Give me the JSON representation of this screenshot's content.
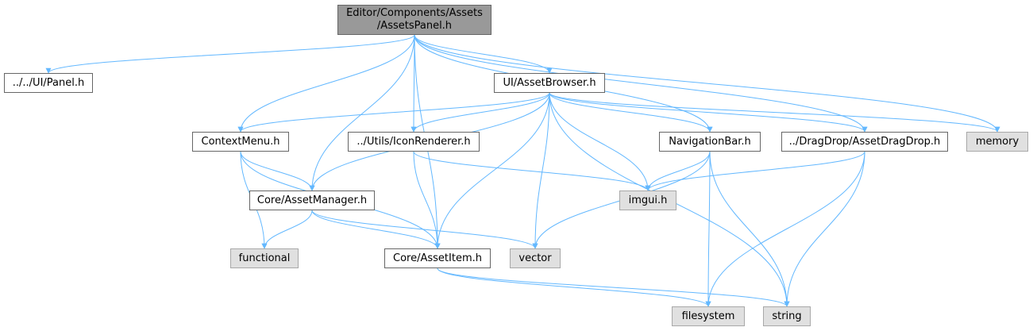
{
  "colors": {
    "edge": "#63b8ff",
    "source_fill": "#999999",
    "system_fill": "#e0e0e0",
    "file_fill": "#ffffff"
  },
  "nodes": {
    "assets_panel": "Editor/Components/Assets\n/AssetsPanel.h",
    "ui_panel": "../../UI/Panel.h",
    "asset_browser": "UI/AssetBrowser.h",
    "context_menu": "ContextMenu.h",
    "icon_renderer": "../Utils/IconRenderer.h",
    "navigation_bar": "NavigationBar.h",
    "asset_drag_drop": "../DragDrop/AssetDragDrop.h",
    "memory": "memory",
    "asset_manager": "Core/AssetManager.h",
    "imgui": "imgui.h",
    "functional": "functional",
    "asset_item": "Core/AssetItem.h",
    "vector": "vector",
    "filesystem": "filesystem",
    "string": "string"
  },
  "edges": [
    [
      "assets_panel",
      "ui_panel"
    ],
    [
      "assets_panel",
      "asset_browser"
    ],
    [
      "assets_panel",
      "context_menu"
    ],
    [
      "assets_panel",
      "icon_renderer"
    ],
    [
      "assets_panel",
      "navigation_bar"
    ],
    [
      "assets_panel",
      "asset_drag_drop"
    ],
    [
      "assets_panel",
      "memory"
    ],
    [
      "assets_panel",
      "asset_manager"
    ],
    [
      "assets_panel",
      "asset_item"
    ],
    [
      "asset_browser",
      "context_menu"
    ],
    [
      "asset_browser",
      "icon_renderer"
    ],
    [
      "asset_browser",
      "navigation_bar"
    ],
    [
      "asset_browser",
      "asset_drag_drop"
    ],
    [
      "asset_browser",
      "memory"
    ],
    [
      "asset_browser",
      "asset_manager"
    ],
    [
      "asset_browser",
      "imgui"
    ],
    [
      "asset_browser",
      "asset_item"
    ],
    [
      "asset_browser",
      "vector"
    ],
    [
      "asset_browser",
      "string"
    ],
    [
      "context_menu",
      "asset_manager"
    ],
    [
      "context_menu",
      "functional"
    ],
    [
      "context_menu",
      "asset_item"
    ],
    [
      "icon_renderer",
      "imgui"
    ],
    [
      "icon_renderer",
      "asset_item"
    ],
    [
      "navigation_bar",
      "imgui"
    ],
    [
      "navigation_bar",
      "vector"
    ],
    [
      "navigation_bar",
      "filesystem"
    ],
    [
      "navigation_bar",
      "string"
    ],
    [
      "asset_drag_drop",
      "imgui"
    ],
    [
      "asset_drag_drop",
      "filesystem"
    ],
    [
      "asset_drag_drop",
      "string"
    ],
    [
      "asset_manager",
      "functional"
    ],
    [
      "asset_manager",
      "asset_item"
    ],
    [
      "asset_manager",
      "vector"
    ],
    [
      "asset_item",
      "filesystem"
    ],
    [
      "asset_item",
      "string"
    ]
  ]
}
